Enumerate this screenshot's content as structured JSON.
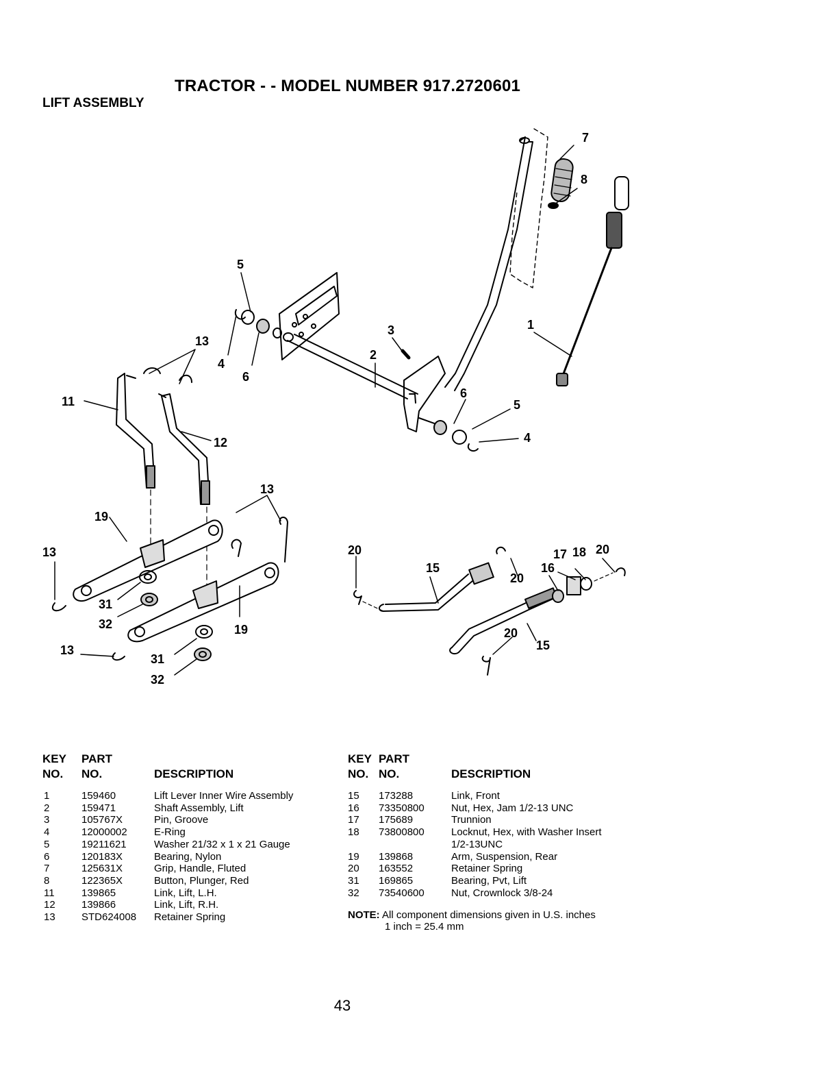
{
  "header": {
    "title": "TRACTOR - - MODEL NUMBER 917.2720601",
    "section": "LIFT ASSEMBLY"
  },
  "callouts": [
    "5",
    "7",
    "8",
    "13",
    "4",
    "6",
    "3",
    "2",
    "1",
    "11",
    "12",
    "6",
    "5",
    "4",
    "13",
    "19",
    "13",
    "31",
    "32",
    "19",
    "13",
    "31",
    "32",
    "20",
    "15",
    "20",
    "17",
    "18",
    "20",
    "16",
    "20",
    "15"
  ],
  "table_headers": {
    "key_line1": "KEY",
    "key_line2": "NO.",
    "part_line1": "PART",
    "part_line2": "NO.",
    "description": "DESCRIPTION"
  },
  "parts_left": [
    {
      "key": "1",
      "part": "159460",
      "desc": "Lift Lever Inner Wire Assembly"
    },
    {
      "key": "2",
      "part": "159471",
      "desc": "Shaft Assembly, Lift"
    },
    {
      "key": "3",
      "part": "105767X",
      "desc": "Pin, Groove"
    },
    {
      "key": "4",
      "part": "12000002",
      "desc": "E-Ring"
    },
    {
      "key": "5",
      "part": "19211621",
      "desc": "Washer 21/32 x 1 x 21 Gauge"
    },
    {
      "key": "6",
      "part": "120183X",
      "desc": "Bearing, Nylon"
    },
    {
      "key": "7",
      "part": "125631X",
      "desc": "Grip, Handle, Fluted"
    },
    {
      "key": "8",
      "part": "122365X",
      "desc": "Button, Plunger, Red"
    },
    {
      "key": "11",
      "part": "139865",
      "desc": "Link, Lift, L.H."
    },
    {
      "key": "12",
      "part": "139866",
      "desc": "Link, Lift, R.H."
    },
    {
      "key": "13",
      "part": "STD624008",
      "desc": "Retainer Spring"
    }
  ],
  "parts_right": [
    {
      "key": "15",
      "part": "173288",
      "desc": "Link, Front"
    },
    {
      "key": "16",
      "part": "73350800",
      "desc": "Nut, Hex, Jam 1/2-13 UNC"
    },
    {
      "key": "17",
      "part": "175689",
      "desc": "Trunnion"
    },
    {
      "key": "18",
      "part": "73800800",
      "desc": "Locknut, Hex, with Washer Insert"
    },
    {
      "key": "",
      "part": "",
      "desc": "1/2-13UNC"
    },
    {
      "key": "19",
      "part": "139868",
      "desc": "Arm, Suspension, Rear"
    },
    {
      "key": "20",
      "part": "163552",
      "desc": "Retainer Spring"
    },
    {
      "key": "31",
      "part": "169865",
      "desc": "Bearing, Pvt, Lift"
    },
    {
      "key": "32",
      "part": "73540600",
      "desc": "Nut, Crownlock 3/8-24"
    }
  ],
  "note": {
    "label": "NOTE:",
    "text": "All component dimensions given in U.S. inches",
    "conversion": "1 inch = 25.4 mm"
  },
  "page_number": "43"
}
